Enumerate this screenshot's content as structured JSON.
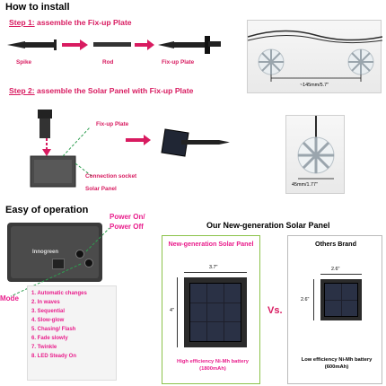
{
  "install": {
    "title": "How to install",
    "step1": {
      "num": "Step 1:",
      "text": " assemble the Fix-up Plate"
    },
    "parts": [
      "Spike",
      "Rod",
      "Fix-up Plate"
    ],
    "spacing": "~145mm/5.7\"",
    "step2": {
      "num": "Step 2:",
      "text": " assemble the Solar Panel with Fix-up Plate"
    },
    "fixup_plate": "Fix-up Plate",
    "connection_socket": "Connection socket",
    "solar_panel": "Solar Panel",
    "bulb_size": "45mm/1.77\""
  },
  "operation": {
    "title": "Easy of operation",
    "power": "Power On/ Power Off",
    "mode": "Mode",
    "brand": "Innogreen",
    "modes": [
      "1. Automatic changes",
      "2. In waves",
      "3. Sequential",
      "4. Slow-glow",
      "5. Chasing/ Flash",
      "6. Fade slowly",
      "7. Twinkle",
      "8. LED Steady On"
    ]
  },
  "comparison": {
    "title": "Our New-generation Solar Panel",
    "new_label": "New-generation Solar Panel",
    "new_width": "3.7\"",
    "new_height": "4\"",
    "new_battery": "High efficiency Ni-Mh battery (1800mAh)",
    "vs": "Vs.",
    "others_label": "Others Brand",
    "others_width": "2.6\"",
    "others_height": "2.6\"",
    "others_battery": "Low efficiency Ni-Mh battery (600mAh)"
  },
  "colors": {
    "accent": "#d81b60",
    "pink": "#e91e8c",
    "green_frame": "#8bc34a"
  }
}
